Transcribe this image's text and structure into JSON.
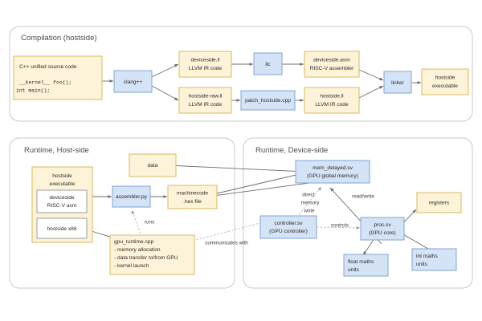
{
  "palette": {
    "tan_fill": "#fdf3d8",
    "tan_stroke": "#d9b85c",
    "blue_fill": "#d4e3f5",
    "blue_stroke": "#7fa6d3",
    "white_fill": "#ffffff",
    "white_stroke": "#9d9d9d",
    "panel_stroke": "#c9c9c9",
    "edge": "#6b6b6b",
    "edge_dashed": "#b8b8b8",
    "background": "#ffffff"
  },
  "panels": [
    {
      "id": "compilation",
      "title": "Compilation (hostside)"
    },
    {
      "id": "runtime_host",
      "title": "Runtime, Host-side"
    },
    {
      "id": "runtime_device",
      "title": "Runtime, Device-side"
    }
  ],
  "compilation": {
    "source_box": {
      "title": "C++ unified source code",
      "code_line_1": "__kernel__ foo();",
      "code_line_2": "int main();"
    },
    "clang": "clang++",
    "deviceside_ll_1": "deviceside.ll",
    "deviceside_ll_2": "LLVM IR code",
    "llc": "llc",
    "deviceside_asm_1": "deviceside.asm",
    "deviceside_asm_2": "RISC-V assembler",
    "hostside_raw_1": "hostside-raw.ll",
    "hostside_raw_2": "LLVM IR code",
    "patch_hostside": "patch_hostside.cpp",
    "hostside_ll_1": "hostside.ll",
    "hostside_ll_2": "LLVM IR code",
    "linker": "linker",
    "hostside_exe_1": "hostside",
    "hostside_exe_2": "executable"
  },
  "runtime_host": {
    "data": "data",
    "hostside_exe_1": "hostside",
    "hostside_exe_2": "executable",
    "deviceside_asm_1": "deviceside",
    "deviceside_asm_2": "RISC-V asm",
    "hostside_x86": "hostside x86",
    "assembler": "assembler.py",
    "machinecode_1": "machinecode",
    "machinecode_2": ".hex file",
    "gpu_runtime_1": "gpu_runtime.cpp",
    "gpu_runtime_2": "- memory allocation",
    "gpu_runtime_3": "- data transfer to/from GPU",
    "gpu_runtime_4": "- kernel launch",
    "edge_runs": "runs",
    "edge_communicates": "communicates with"
  },
  "runtime_device": {
    "mem_1": "mem_delayed.sv",
    "mem_2": "(GPU global memory)",
    "controller_1": "controller.sv",
    "controller_2": "(GPU controller)",
    "proc_1": "proc.sv",
    "proc_2": "(GPU core)",
    "registers": "registers",
    "float_maths_1": "float maths",
    "float_maths_2": "units",
    "int_maths_1": "int maths",
    "int_maths_2": "units",
    "edge_direct_1": "direct",
    "edge_direct_2": "memory",
    "edge_direct_3": "write",
    "edge_readwrite": "read/write",
    "edge_controls": "controls"
  }
}
